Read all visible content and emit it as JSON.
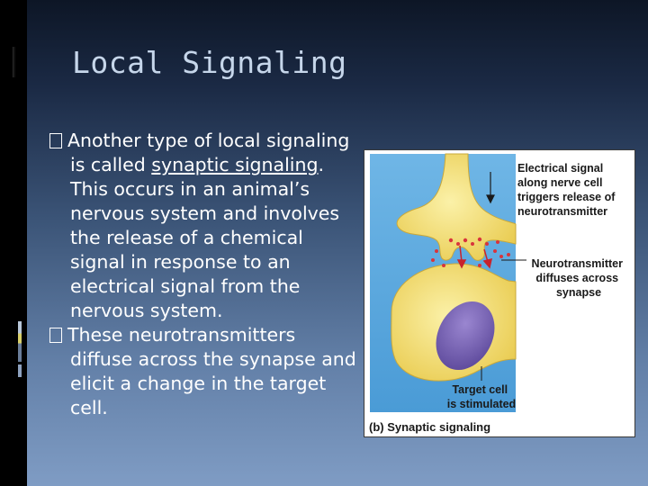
{
  "slide": {
    "title": "Local Signaling",
    "bullets": [
      {
        "before": "Another type of local signaling is called ",
        "term": "synaptic signaling",
        "after": ".  This occurs in an animal’s nervous system and involves the release of a chemical signal in response to an electrical signal from the nervous system."
      },
      {
        "text": "These neurotransmitters diffuse across the synapse and elicit a change in the target cell."
      }
    ]
  },
  "figure": {
    "label_electrical": [
      "Electrical signal",
      "along nerve cell",
      "triggers release of",
      "neurotransmitter"
    ],
    "label_diffuses": [
      "Neurotransmitter",
      "diffuses across",
      "synapse"
    ],
    "label_target": [
      "Target cell",
      "is stimulated"
    ],
    "caption": "(b) Synaptic signaling"
  },
  "colors": {
    "background_top": "#0d1626",
    "background_bottom": "#7f9cc4",
    "title": "#c6d6ea",
    "text": "#ffffff",
    "figure_bg_blue": "#5aa8de",
    "cell_yellow": "#f4dd6a",
    "nucleus_purple": "#7b66b8",
    "neurotransmitter_red": "#d8343c"
  }
}
